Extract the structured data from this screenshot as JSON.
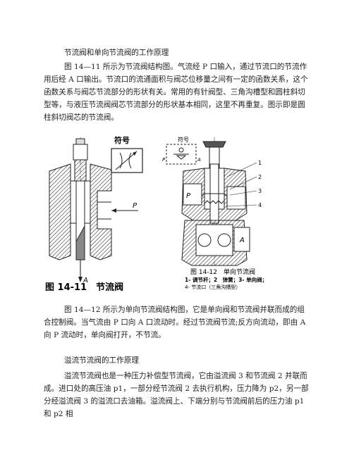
{
  "heading1": "节流阀和单向节流阀的工作原理",
  "para1": "图 14—11 所示为节流阀结构图。气流经 P 口输入，通过节流口的节流作用后经 A 口输出。节流口的流通面积与阀芯位移量之间有一定的函数关系，这个函数关系与阀芯节流部分的形状有关。常用的有针阀型、三角沟槽型和圆柱斜切型等，与液压节流阀阀芯节流部分的形状基本相同，这里不再重复。图示即是圆柱斜切阀芯的节流阀。",
  "fig1": {
    "symbol_title": "符号",
    "label_p": "P",
    "label_a": "A",
    "caption": "图 14-11　节流阀"
  },
  "fig2": {
    "symbol_title": "符号",
    "label_p": "P",
    "label_a": "A",
    "parts": [
      "1",
      "2",
      "3",
      "4"
    ],
    "caption_title": "图 14-12　单向节流阀",
    "caption_parts": "1- 调节杆；2　弹簧；3- 单向阀；",
    "caption_note": "4- 节流口（三角沟槽型）"
  },
  "para2": "图 14—12 所示为单向节流阀结构图，它是单向阀和节流阀并联而成的组合控制阀。当气流由 P 口向 A 口流动时。经过节流阀节流;反方向流动，即由 A 向 P 流动时，单向阀打开，不节流。",
  "heading2": "溢流节流阀的工作原理",
  "para3": "溢流节流阀也是一种压力补偿型节流阀，它由溢流阀 3 和节流阀 2 并联而成。进口处的高压油 p1，一部分经节流阀 2 去执行机构，压力降为 p2，另一部分经溢流阀 3 的溢流口去油箱。溢流阀上、下端分别与节流阀前后的压力油 p1 和 p2 相"
}
